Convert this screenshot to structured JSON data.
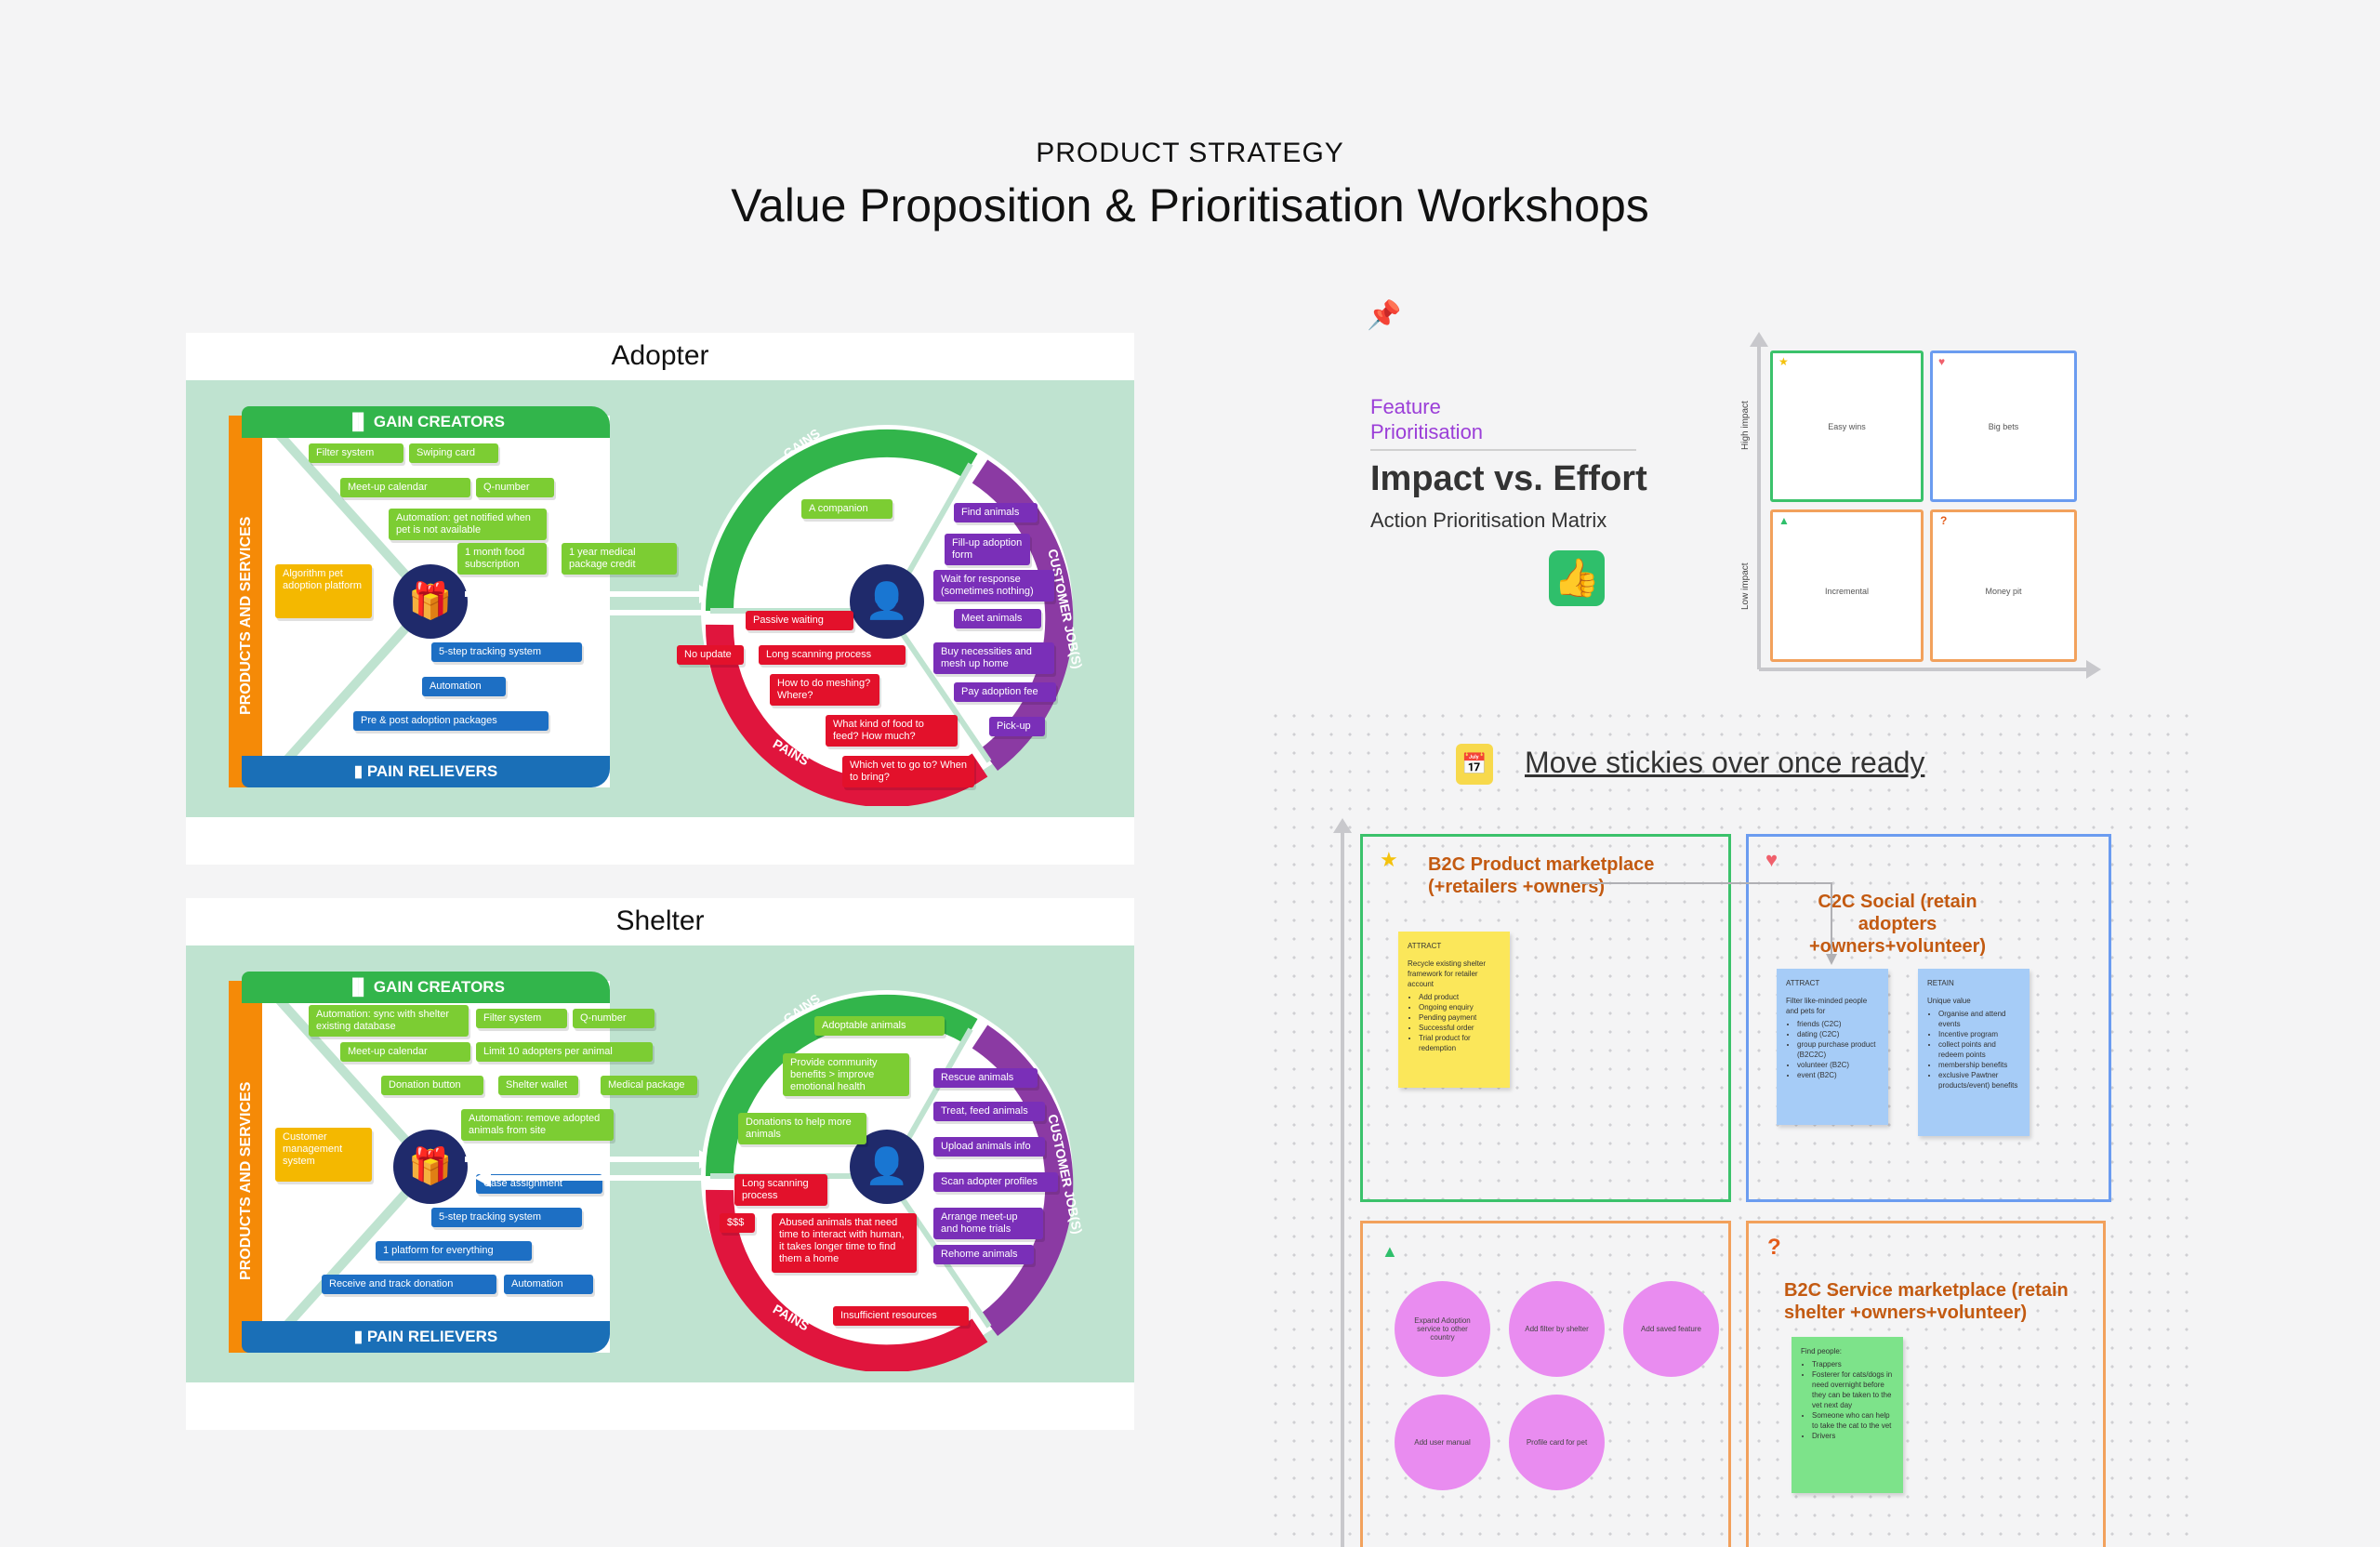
{
  "header": {
    "kicker": "PRODUCT STRATEGY",
    "title": "Value Proposition & Prioritisation Workshops"
  },
  "adopter": {
    "title": "Adopter",
    "gain_creators": "GAIN CREATORS",
    "pain_relievers": "PAIN RELIEVERS",
    "products_services": "PRODUCTS AND SERVICES",
    "gains_label": "GAINS",
    "pains_label": "PAINS",
    "jobs_label": "CUSTOMER JOB(S)",
    "gain_items": [
      "Filter system",
      "Swiping card",
      "Meet-up calendar",
      "Q-number",
      "Automation: get notified when pet is not available",
      "1 month food subscription",
      "1 year medical package credit"
    ],
    "product_items": [
      "Algorithm pet adoption platform"
    ],
    "pain_items": [
      "5-step tracking system",
      "Automation",
      "Pre & post adoption packages"
    ],
    "gains": [
      "A companion"
    ],
    "jobs": [
      "Find animals",
      "Fill-up adoption form",
      "Wait for response (sometimes nothing)",
      "Meet animals",
      "Buy necessities and mesh up home",
      "Pay adoption fee",
      "Pick-up"
    ],
    "pains": [
      "Passive waiting",
      "No update",
      "Long scanning process",
      "How to do meshing? Where?",
      "What kind of food to feed? How much?",
      "Which vet to go to? When to bring?"
    ]
  },
  "shelter": {
    "title": "Shelter",
    "gain_creators": "GAIN CREATORS",
    "pain_relievers": "PAIN RELIEVERS",
    "products_services": "PRODUCTS AND SERVICES",
    "gains_label": "GAINS",
    "pains_label": "PAINS",
    "jobs_label": "CUSTOMER JOB(S)",
    "gain_items": [
      "Automation: sync with shelter existing database",
      "Filter system",
      "Q-number",
      "Meet-up calendar",
      "Limit 10 adopters per animal",
      "Donation button",
      "Shelter wallet",
      "Medical package",
      "Automation: remove adopted animals from site"
    ],
    "product_items": [
      "Customer management system"
    ],
    "pain_items": [
      "Case assignment",
      "5-step tracking system",
      "1 platform for everything",
      "Receive and track donation",
      "Automation"
    ],
    "gains": [
      "Adoptable animals",
      "Provide community benefits > improve emotional health",
      "Donations to help more animals"
    ],
    "jobs": [
      "Rescue animals",
      "Treat, feed animals",
      "Upload animals info",
      "Scan adopter profiles",
      "Arrange meet-up and home trials",
      "Rehome animals"
    ],
    "pains": [
      "Long scanning process",
      "$$$",
      "Abused animals that need time to interact with human, it takes longer time to find them a home",
      "Insufficient resources"
    ]
  },
  "matrix": {
    "eyebrow": "Feature Prioritisation",
    "title": "Impact vs. Effort",
    "subtitle": "Action Prioritisation Matrix",
    "y_high": "High impact",
    "y_low": "Low impact",
    "cells": [
      "Easy wins",
      "Big bets",
      "Incremental",
      "Money pit"
    ],
    "colors": {
      "easy": "#3bc26b",
      "big": "#6b9cf0",
      "incremental": "#f2a15c",
      "money": "#f2a15c"
    }
  },
  "board": {
    "heading": "Move stickies over once ready",
    "zone1": {
      "title": "B2C Product marketplace (+retailers +owners)"
    },
    "zone2": {
      "title": "C2C Social (retain adopters +owners+volunteer)"
    },
    "zone4": {
      "title": "B2C Service marketplace (retain shelter +owners+volunteer)"
    },
    "sticky_yellow": {
      "head": "ATTRACT",
      "body": "Recycle existing shelter framework for retailer account",
      "items": [
        "Add product",
        "Ongoing enquiry",
        "Pending payment",
        "Successful order",
        "Trial product for redemption"
      ]
    },
    "sticky_blue1": {
      "head": "ATTRACT",
      "body": "Filter like-minded people and pets for",
      "items": [
        "friends (C2C)",
        "dating (C2C)",
        "group purchase product (B2C2C)",
        "volunteer (B2C)",
        "event (B2C)"
      ]
    },
    "sticky_blue2": {
      "head": "RETAIN",
      "body": "Unique value",
      "items": [
        "Organise and attend events",
        "Incentive program",
        "collect points and redeem points",
        "membership benefits",
        "exclusive Pawtner products/event) benefits"
      ]
    },
    "sticky_green": {
      "body": "Find people:",
      "items": [
        "Trappers",
        "Fosterer for cats/dogs in need overnight before they can be taken to the vet next day",
        "Someone who can help to take the cat to the vet",
        "Drivers"
      ]
    },
    "dots": [
      "Expand Adoption service to other country",
      "Add filter by shelter",
      "Add saved feature",
      "Add user manual",
      "Profile card for pet"
    ]
  }
}
